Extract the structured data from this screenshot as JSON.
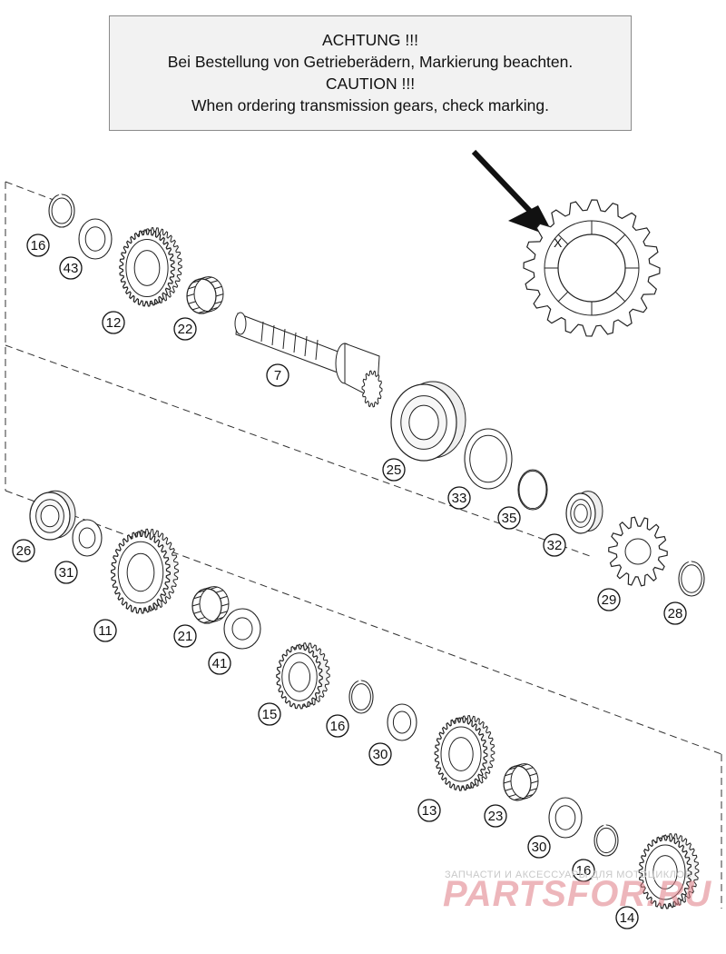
{
  "caution": {
    "line1": "ACHTUNG !!!",
    "line2": "Bei Bestellung von Getrieberädern, Markierung beachten.",
    "line3": "CAUTION !!!",
    "line4": "When ordering transmission gears, check marking."
  },
  "marking_symbol": "X",
  "watermark": {
    "subtitle": "ЗАПЧАСТИ И АКСЕССУАРЫ ДЛЯ МОТОЦИКЛОВ",
    "logo": "PARTSFOR.RU"
  },
  "parts": [
    {
      "no": "16"
    },
    {
      "no": "43"
    },
    {
      "no": "12"
    },
    {
      "no": "22"
    },
    {
      "no": "7"
    },
    {
      "no": "25"
    },
    {
      "no": "33"
    },
    {
      "no": "35"
    },
    {
      "no": "32"
    },
    {
      "no": "29"
    },
    {
      "no": "28"
    },
    {
      "no": "26"
    },
    {
      "no": "31"
    },
    {
      "no": "11"
    },
    {
      "no": "21"
    },
    {
      "no": "41"
    },
    {
      "no": "15"
    },
    {
      "no": "16"
    },
    {
      "no": "30"
    },
    {
      "no": "13"
    },
    {
      "no": "23"
    },
    {
      "no": "30"
    },
    {
      "no": "16"
    },
    {
      "no": "14"
    }
  ]
}
